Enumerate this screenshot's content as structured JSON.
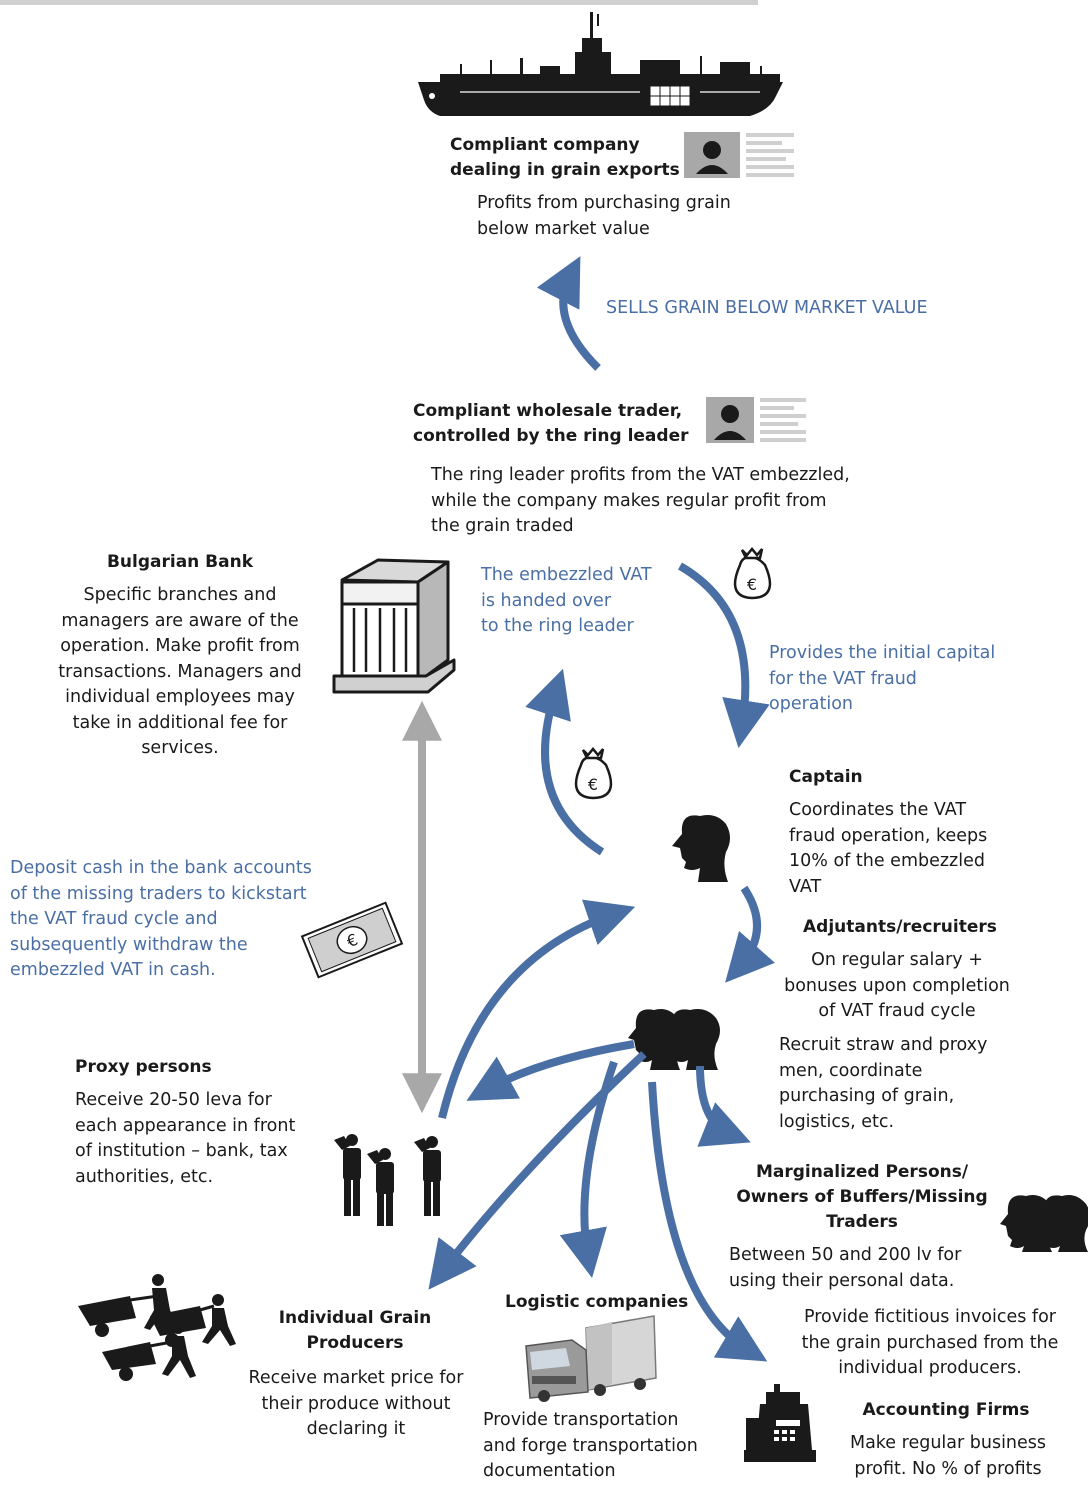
{
  "nodes": {
    "export_company": {
      "title": [
        "Compliant company",
        "dealing in grain exports"
      ],
      "body": [
        "Profits from purchasing grain",
        "below market value"
      ]
    },
    "wholesale": {
      "title": [
        "Compliant wholesale trader,",
        "controlled by the ring leader"
      ],
      "body": [
        "The ring leader profits from the VAT embezzled,",
        "while the company makes regular profit from",
        "the grain traded"
      ]
    },
    "bank": {
      "title": "Bulgarian Bank",
      "body": [
        "Specific branches and",
        "managers are aware of the",
        "operation. Make profit from",
        "transactions. Managers and",
        "individual employees may",
        "take in additional fee for",
        "services."
      ]
    },
    "captain": {
      "title": "Captain",
      "body": [
        "Coordinates the VAT",
        "fraud operation, keeps",
        "10% of the embezzled",
        "VAT"
      ]
    },
    "adjutants": {
      "title": "Adjutants/recruiters",
      "body1": [
        "On regular salary +",
        "bonuses upon completion",
        "of VAT fraud cycle"
      ],
      "body2": [
        "Recruit straw and proxy",
        "men, coordinate",
        "purchasing of grain,",
        "logistics, etc."
      ]
    },
    "proxy": {
      "title": "Proxy persons",
      "body": [
        "Receive 20-50 leva for",
        "each appearance in front",
        "of institution – bank, tax",
        "authorities, etc."
      ]
    },
    "marginalized": {
      "title": [
        "Marginalized Persons/",
        "Owners of Buffers/Missing",
        "Traders"
      ],
      "body1": [
        "Between 50 and 200 lv for",
        "using their personal data."
      ],
      "body2": [
        "Provide fictitious invoices for",
        "the grain purchased from the",
        "individual producers."
      ]
    },
    "producers": {
      "title": [
        "Individual Grain",
        "Producers"
      ],
      "body": [
        "Receive market price for",
        "their produce without",
        "declaring it"
      ]
    },
    "logistics": {
      "title": "Logistic companies",
      "body": [
        "Provide transportation",
        "and forge transportation",
        "documentation"
      ]
    },
    "accounting": {
      "title": "Accounting Firms",
      "body": [
        "Make regular business",
        "profit. No % of profits"
      ]
    }
  },
  "flows": {
    "sells": "SELLS GRAIN BELOW MARKET VALUE",
    "vat_handed": [
      "The embezzled VAT",
      "is handed over",
      "to the ring leader"
    ],
    "capital": [
      "Provides the initial capital",
      "for the VAT fraud",
      "operation"
    ],
    "deposit": [
      "Deposit cash in the bank accounts",
      "of the missing traders to kickstart",
      "the VAT fraud cycle and",
      "subsequently withdraw the",
      "embezzled VAT in cash."
    ]
  },
  "colors": {
    "arrow_blue": "#4a6fa5",
    "arrow_gray": "#a8a8a8",
    "silhouette": "#1a1a1a",
    "flow_text": "#4a6fa5"
  },
  "icons": [
    "ship-icon",
    "profile-card-icon",
    "bank-building-icon",
    "money-bag-icon",
    "euro-banknote-icon",
    "head-silhouette-icon",
    "saluting-men-icon",
    "cart-pushers-icon",
    "truck-icon",
    "cash-register-icon"
  ]
}
